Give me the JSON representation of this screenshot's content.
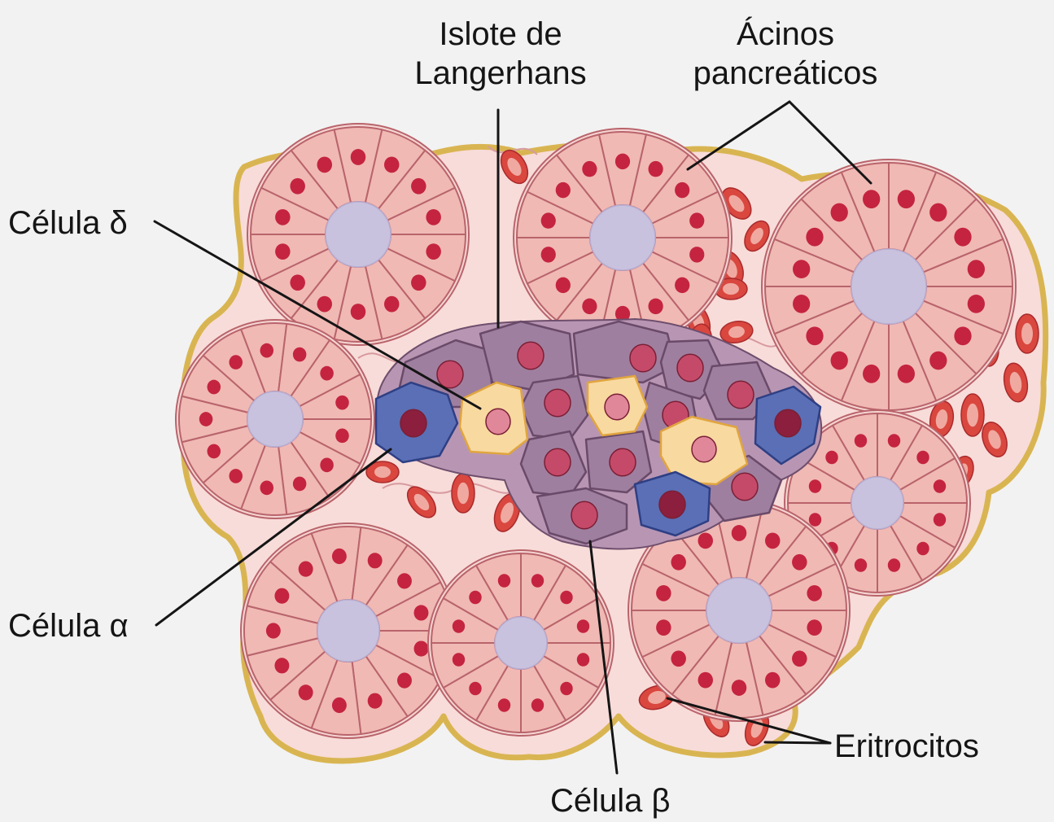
{
  "labels": {
    "islote": {
      "line1": "Islote de",
      "line2": "Langerhans"
    },
    "acinos": {
      "line1": "Ácinos",
      "line2": "pancreáticos"
    },
    "delta": "Célula δ",
    "alpha": "Célula α",
    "beta": "Célula β",
    "eritrocitos": "Eritrocitos"
  },
  "colors": {
    "background": "#f2f2f2",
    "tissue": "#f8dcd9",
    "capsule": "#d9b552",
    "acinar_cell": "#f0b9b4",
    "acinar_outline": "#b9646b",
    "acinus_lumen": "#c8c2de",
    "nucleus": "#c4243f",
    "beta_cell": "#9f7f9f",
    "alpha_cell": "#5a6fb5",
    "delta_cell": "#f8d9a0",
    "erythrocyte": "#d9473f",
    "leader_line": "#151515"
  }
}
